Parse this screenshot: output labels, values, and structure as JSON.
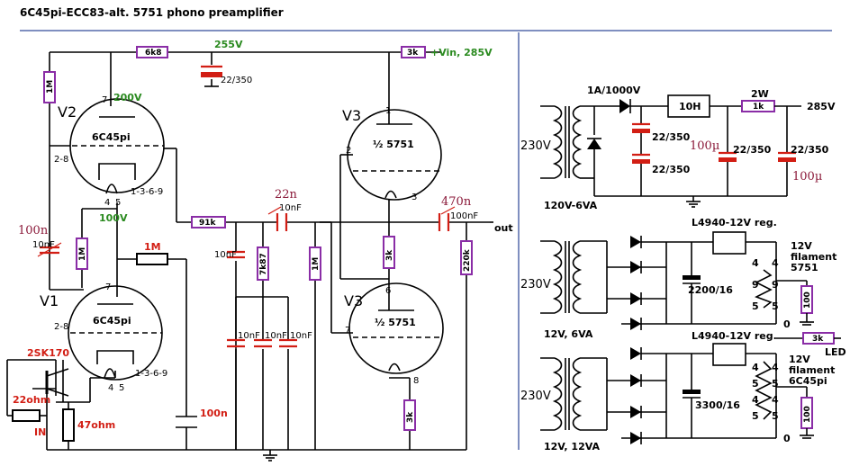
{
  "title": "6C45pi-ECC83-alt. 5751 phono preamplifier",
  "colors": {
    "resistor": "#8a2da6",
    "capacitor": "#d21e14",
    "voltage": "#2a8a1f",
    "divider": "#7f8fc0",
    "value_note": "#8b1a3a"
  },
  "voltages": {
    "v255": "255V",
    "v200": "200V",
    "v100": "100V",
    "vin": "+Vin, 285V",
    "v285": "285V"
  },
  "tubes": {
    "v2": "V2",
    "v1": "V1",
    "v3": "V3",
    "t6c45": "6C45pi",
    "t5751": "½ 5751"
  },
  "pins": {
    "p7": "7",
    "p28": "2-8",
    "p1369": "1-3-6-9",
    "p4": "4",
    "p5": "5",
    "p1": "1",
    "p2": "2",
    "p3": "3",
    "p6": "6",
    "p8": "8"
  },
  "resistors": {
    "r6k8": "6k8",
    "r3k": "3k",
    "r1M": "1M",
    "r91k": "91k",
    "r7k87": "7k87",
    "r220k": "220k",
    "r1k": "1k",
    "r100": "100"
  },
  "caps": {
    "c22_350": "22/350",
    "c10nF": "10nF",
    "c100n": "100n",
    "c22n": "22n",
    "c470n": "470n",
    "c100nF": "100nF",
    "c2200": "2200/16",
    "c3300": "3300/16",
    "c100u": "100µ",
    "c22_350b": "22/350"
  },
  "labels": {
    "out": "out",
    "in": "IN",
    "jfet": "2SK170",
    "r22ohm": "22ohm",
    "r47ohm": "47ohm",
    "r1M_red": "1M",
    "d1000": "1A/1000V",
    "choke": "10H",
    "w2": "2W",
    "v230": "230V",
    "tr1": "120V-6VA",
    "tr2": "12V, 6VA",
    "tr3": "12V, 12VA",
    "reg": "L4940-12V reg.",
    "v12": "12V",
    "filament": "filament",
    "fil5751": "5751",
    "fil6c45": "6C45pi",
    "led": "LED",
    "zero": "0",
    "n4": "4",
    "n5": "5",
    "n9": "9"
  }
}
